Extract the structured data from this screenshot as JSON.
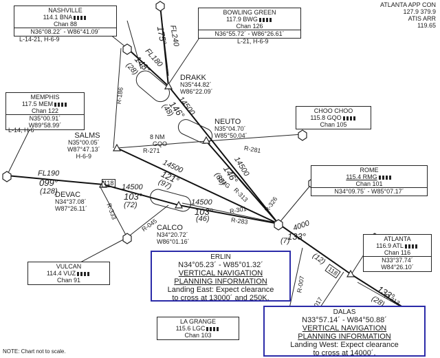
{
  "approach": {
    "line1": "ATLANTA APP CON",
    "line2": "127.9  379.9",
    "line3": "ATIS ARR",
    "line4": "119.65"
  },
  "note": "NOTE: Chart not to scale.",
  "navaids": {
    "nashville": {
      "name": "NASHVILLE",
      "freq": "114.1  BNA",
      "chan": "Chan 88",
      "coords": "N36°08.22´ - W86°41.09´",
      "radials": "L-14-21, H-6-9"
    },
    "bowling_green": {
      "name": "BOWLING GREEN",
      "freq": "117.9  BWG",
      "chan": "Chan 126",
      "coords": "N36°55.72´ - W86°26.61´",
      "radials": "L-21, H-6-9"
    },
    "memphis": {
      "name": "MEMPHIS",
      "freq": "117.5  MEM",
      "chan": "Chan 122",
      "lat": "N35°00.91´",
      "lon": "W89°58.99´",
      "radials": "L-14, H-6"
    },
    "choo_choo": {
      "name": "CHOO CHOO",
      "freq": "115.8  GQO",
      "chan": "Chan 105"
    },
    "rome": {
      "name": "ROME",
      "freq": "115.4  RMG",
      "chan": "Chan 101",
      "coords": "N34°09.75´ - W85°07.17´"
    },
    "atlanta": {
      "name": "ATLANTA",
      "freq": "116.9  ATL",
      "chan": "Chan 116",
      "lat": "N33°37.74´",
      "lon": "W84°26.10´"
    },
    "vulcan": {
      "name": "VULCAN",
      "freq": "114.4  VUZ",
      "chan": "Chan 91"
    },
    "la_grange": {
      "name": "LA GRANGE",
      "freq": "115.6  LGC",
      "chan": "Chan 103"
    }
  },
  "fixes": {
    "drakk": {
      "name": "DRAKK",
      "lat": "N35°44.82´",
      "lon": "W86°22.09´"
    },
    "neuto": {
      "name": "NEUTO",
      "lat": "N35°04.70´",
      "lon": "W85°50.04´"
    },
    "salms": {
      "name": "SALMS",
      "lat": "N35°00.05´",
      "lon": "W87°47.13´",
      "airway": "H-6-9"
    },
    "devac": {
      "name": "DEVAC",
      "lat": "N34°37.08´",
      "lon": "W87°26.11´"
    },
    "calco": {
      "name": "CALCO",
      "lat": "N34°20.72´",
      "lon": "W86°01.16´"
    }
  },
  "segments": {
    "fl240": "FL240",
    "crs175": "175°",
    "fl180": "FL180",
    "crs148": "148°",
    "d28": "(28)",
    "alt14500a": "14500",
    "crs146a": "146°",
    "d48": "(48)",
    "alt14500b": "14500",
    "crs146b": "146°",
    "d65": "(65)",
    "dme8": "8 NM",
    "gqo": "GQO",
    "r271": "R-271",
    "r281": "R-281",
    "r186": "R-186",
    "fl190": "FL190",
    "crs099": "099°",
    "d128": "(128)",
    "alt14500c": "14500",
    "crs121": "121°",
    "d97": "(97)",
    "alt14500d": "14500",
    "crs103a": "103°",
    "d72": "(72)",
    "ref118a": "118",
    "alt14500e": "14500",
    "crs103b": "103°",
    "d46": "(46)",
    "rmg": "RMG",
    "r313": "R-313",
    "r301": "R-301",
    "r326": "R-326",
    "r283": "R-283",
    "r333": "R-333",
    "r045": "R-045",
    "alt4000": "4000",
    "crs133a": "133°",
    "d7": "(7)",
    "d12": "(12)",
    "ref118b": "118",
    "crs133b": "133°",
    "d28b": "(28)",
    "r007": "R-007",
    "r017": "R-017",
    "r313b": "R-313"
  },
  "erlin_box": {
    "title": "ERLIN",
    "coords": "N34°05.23´ - W85°01.32´",
    "vnav1": "VERTICAL NAVIGATION",
    "vnav2": "PLANNING INFORMATION",
    "line1": "Landing East: Expect clearance",
    "line2": "to cross at 13000´ and 250K."
  },
  "dalas_box": {
    "title": "DALAS",
    "coords": "N33°57.14´ - W84°50.88´",
    "vnav1": "VERTICAL NAVIGATION",
    "vnav2": "PLANNING INFORMATION",
    "line1": "Landing West: Expect clearance",
    "line2": "to cross at 14000´."
  },
  "colors": {
    "ink": "#1a1a1a",
    "highlight_box": "#2a2aa8"
  }
}
